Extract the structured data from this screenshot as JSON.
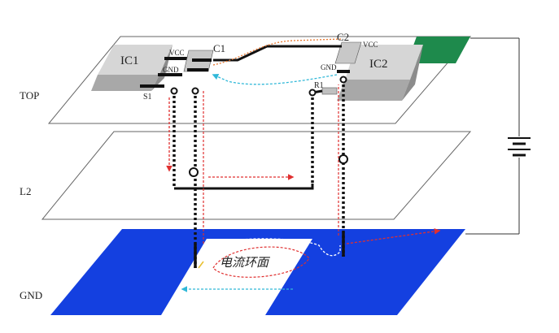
{
  "layers": {
    "top": "TOP",
    "l2": "L2",
    "gnd": "GND"
  },
  "components": {
    "ic1": "IC1",
    "ic2": "IC2",
    "c1": "C1",
    "c2": "C2",
    "r1": "R1",
    "s1": "S1",
    "vcc_left": "VCC",
    "gnd_left": "GND",
    "vcc_right": "VCC",
    "gnd_right": "GND"
  },
  "annotations": {
    "loop_area": "电流环面"
  },
  "colors": {
    "gnd_plane": "#1440e0",
    "pad_green": "#1e8a4c",
    "current_red": "#e03030",
    "current_cyan": "#30b8d8",
    "current_orange": "#e87830",
    "ic_body": "#c8c8c8",
    "trace": "#111111"
  }
}
